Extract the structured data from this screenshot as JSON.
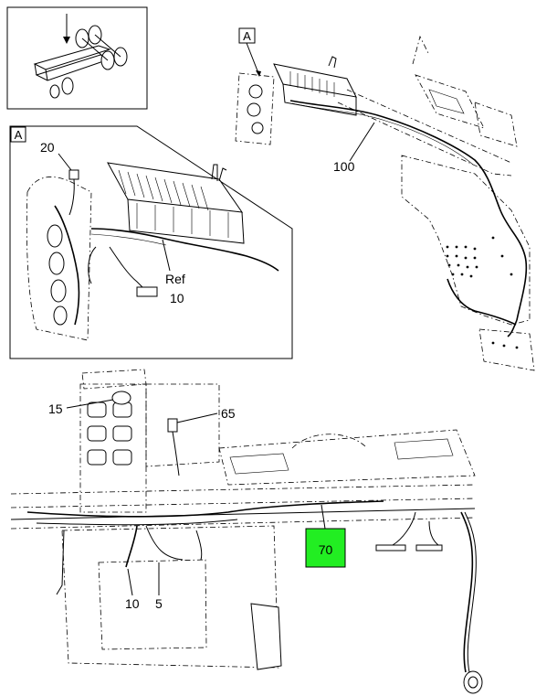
{
  "detail_letter": "A",
  "callouts": {
    "c100": "100",
    "c20": "20",
    "cref": "Ref",
    "cref_num": "10",
    "c15": "15",
    "c65": "65",
    "c70": "70",
    "c10": "10",
    "c5": "5"
  },
  "colors": {
    "highlight": "#22ee22",
    "line": "#000000",
    "background": "#ffffff"
  }
}
